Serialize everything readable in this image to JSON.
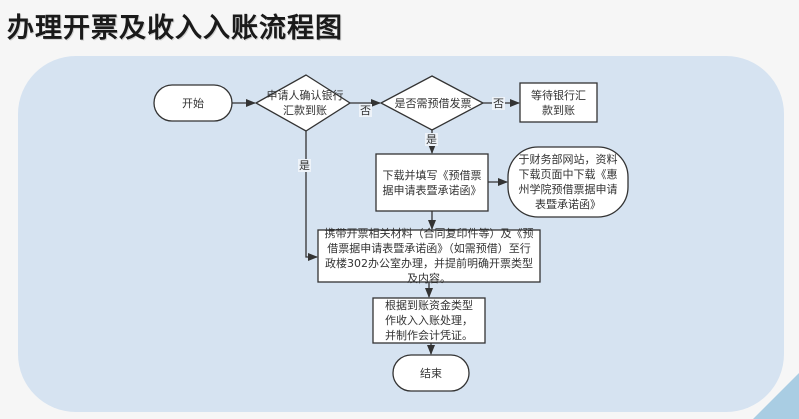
{
  "title": "办理开票及收入入账流程图",
  "colors": {
    "panel_bg": "#d6e3f1",
    "node_fill": "#ffffff",
    "node_stroke": "#333333",
    "corner_accent": "#a9cde3"
  },
  "nodes": {
    "start": {
      "label": "开始",
      "shape": "terminal"
    },
    "confirm_remittance": {
      "label": "申请人确认银行汇款到账",
      "shape": "decision"
    },
    "need_advance_invoice": {
      "label": "是否需预借发票",
      "shape": "decision"
    },
    "wait_remittance": {
      "label": "等待银行汇款到账",
      "shape": "process"
    },
    "download_fill": {
      "label": "下载并填写《预借票据申请表暨承诺函》",
      "shape": "process"
    },
    "download_location": {
      "label": "于财务部网站，资料下载页面中下载《惠州学院预借票据申请表暨承诺函》",
      "shape": "terminal"
    },
    "bring_materials": {
      "label": "携带开票相关材料（合同复印件等）及《预借票据申请表暨承诺函》（如需预借）至行政楼302办公室办理，并提前明确开票类型及内容。",
      "shape": "process"
    },
    "account_processing": {
      "label": "根据到账资金类型作收入入账处理，并制作会计凭证。",
      "shape": "process"
    },
    "end": {
      "label": "结束",
      "shape": "terminal"
    }
  },
  "edge_labels": {
    "confirm_no": "否",
    "confirm_yes": "是",
    "advance_no": "否",
    "advance_yes": "是"
  }
}
